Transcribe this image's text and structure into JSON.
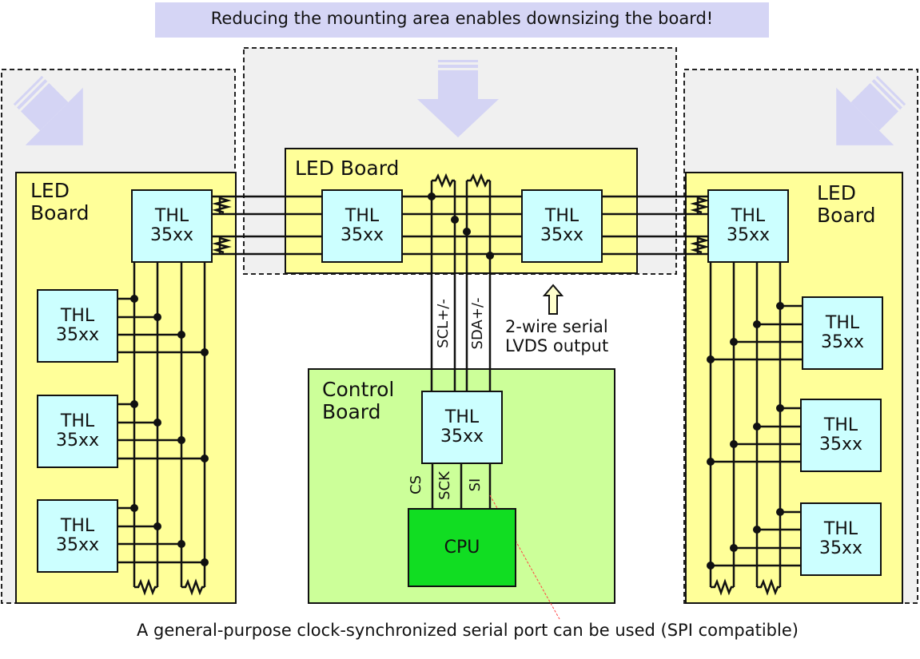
{
  "banner": {
    "text": "Reducing the mounting area enables downsizing the board!"
  },
  "boards": {
    "center": "LED Board",
    "left_line1": "LED",
    "left_line2": "Board",
    "right_line1": "LED",
    "right_line2": "Board",
    "control_line1": "Control",
    "control_line2": "Board"
  },
  "chip": {
    "line1": "THL",
    "line2": "35xx"
  },
  "cpu": {
    "label": "CPU"
  },
  "signals": {
    "scl": "SCL+/-",
    "sda": "SDA+/-",
    "cs": "CS",
    "sck": "SCK",
    "si": "SI"
  },
  "output_note": {
    "line1": "2-wire serial",
    "line2": "LVDS output"
  },
  "footer_note": "A general-purpose clock-synchronized serial port can be used (SPI compatible)",
  "colors": {
    "banner_bg": "#d5d5f5",
    "led_board": "#ffff99",
    "control_board": "#ccff99",
    "chip": "#ccffff",
    "cpu": "#11dd22",
    "gray_area": "#f0f0f0",
    "arrow": "#d0d0f0",
    "leader_line": "#ff4444"
  }
}
